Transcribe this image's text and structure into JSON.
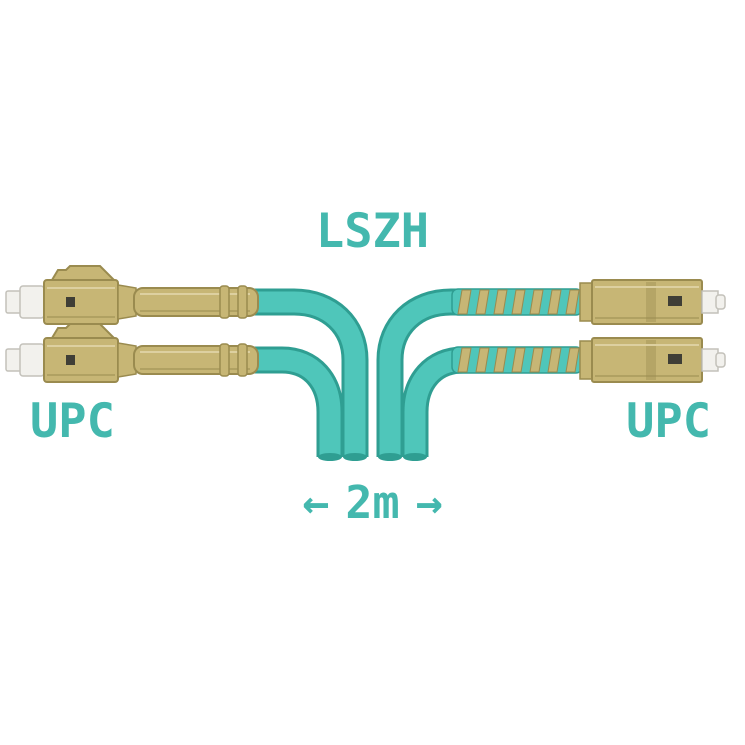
{
  "labels": {
    "jacket": "LSZH",
    "polish_left": "UPC",
    "polish_right": "UPC",
    "length": "2m",
    "arrow_left": "←",
    "arrow_right": "→"
  },
  "colors": {
    "background": "#ffffff",
    "text": "#44b8ae",
    "cable": "#4fc6ba",
    "cable_dark": "#2f9e92",
    "beige": "#c7b675",
    "beige_dark": "#9a8b4f",
    "beige_light": "#ddd0a0",
    "white_part": "#f2f1ed",
    "white_part_edge": "#c3c1ba",
    "marking_dark": "#3f3e36"
  }
}
